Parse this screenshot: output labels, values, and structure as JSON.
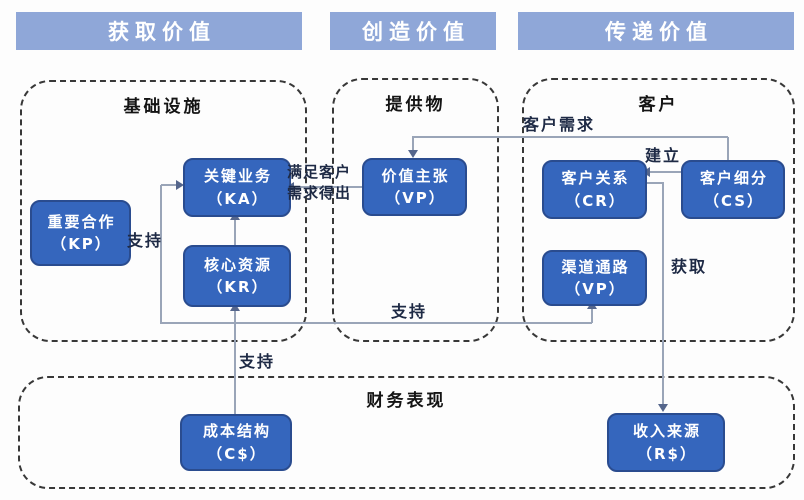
{
  "colors": {
    "header_bg": "#8FA7D8",
    "box_fill": "#3566BD",
    "box_border": "#2A4C8F",
    "line": "#9AA5B8",
    "arrow": "#55668C",
    "label": "#1E2A45",
    "section_title": "#141414",
    "dash": "#383838",
    "page_bg": "#FDFDFD"
  },
  "headers": {
    "capture": "获取价值",
    "create": "创造价值",
    "deliver": "传递价值"
  },
  "sections": {
    "infrastructure": {
      "title": "基础设施"
    },
    "offering": {
      "title": "提供物"
    },
    "customer": {
      "title": "客户"
    },
    "finance": {
      "title": "财务表现"
    }
  },
  "boxes": {
    "kp": {
      "name": "重要合作",
      "code": "（KP）"
    },
    "ka": {
      "name": "关键业务",
      "code": "（KA）"
    },
    "kr": {
      "name": "核心资源",
      "code": "（KR）"
    },
    "vp": {
      "name": "价值主张",
      "code": "（VP）"
    },
    "cr": {
      "name": "客户关系",
      "code": "（CR）"
    },
    "cs": {
      "name": "客户细分",
      "code": "（CS）"
    },
    "channel": {
      "name": "渠道通路",
      "code": "（VP）"
    },
    "cost": {
      "name": "成本结构",
      "code": "（C$）"
    },
    "revenue": {
      "name": "收入来源",
      "code": "（R$）"
    }
  },
  "edge_labels": {
    "support_kp": "支持",
    "satisfy_line1": "满足客户",
    "satisfy_line2": "需求得出",
    "customer_need": "客户需求",
    "establish": "建立",
    "acquire": "获取",
    "support_channel": "支持",
    "support_cost": "支持"
  }
}
